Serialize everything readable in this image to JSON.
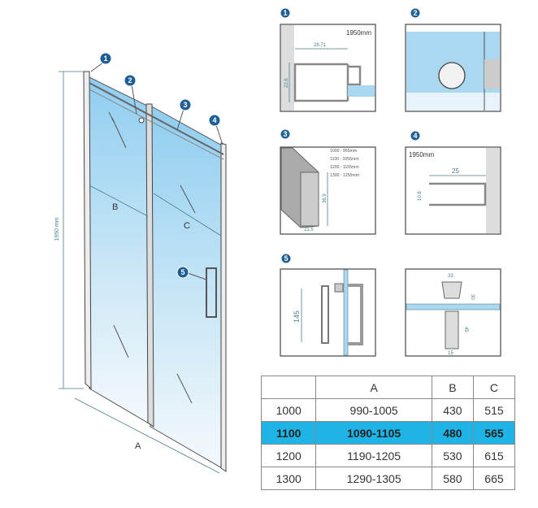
{
  "main_drawing": {
    "height_label": "1950 mm",
    "dim_a": "A",
    "dim_b": "B",
    "dim_c": "C",
    "callouts": [
      "1",
      "2",
      "3",
      "4",
      "5"
    ]
  },
  "details": {
    "d1": {
      "badge": "1",
      "height": "1950mm",
      "width_dim": "28.71",
      "height_dim": "22.6"
    },
    "d2": {
      "badge": "2"
    },
    "d3": {
      "badge": "3",
      "lengths": [
        "1000 : 955mm",
        "1100 : 1055mm",
        "1200 : 1155mm",
        "1300 : 1255mm"
      ],
      "height_dim": "36.9",
      "width_dim": "21.5"
    },
    "d4": {
      "badge": "4",
      "height": "1950mm",
      "width_dim": "25",
      "height_dim": "10.6"
    },
    "d5": {
      "badge": "5",
      "handle_dim": "145",
      "knob_width": "33",
      "knob_height": "30",
      "bar_height": "45",
      "bar_width": "15"
    }
  },
  "colors": {
    "glass": "#a9d8f0",
    "highlight": "#1eb4e6",
    "badge": "#1f5f96"
  },
  "table": {
    "headers": [
      "",
      "A",
      "B",
      "C"
    ],
    "rows": [
      [
        "1000",
        "990-1005",
        "430",
        "515"
      ],
      [
        "1100",
        "1090-1105",
        "480",
        "565"
      ],
      [
        "1200",
        "1190-1205",
        "530",
        "615"
      ],
      [
        "1300",
        "1290-1305",
        "580",
        "665"
      ]
    ],
    "highlighted_row": 1
  }
}
